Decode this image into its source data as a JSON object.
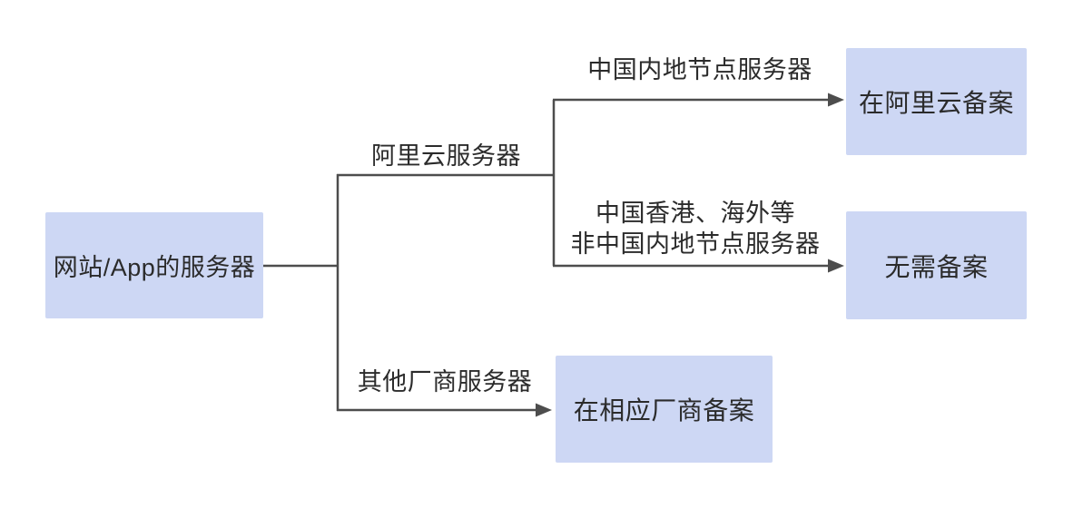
{
  "diagram": {
    "title_hint": "server-filing-flowchart",
    "root": {
      "label": "网站/App的服务器"
    },
    "branch_labels": {
      "aliyun": "阿里云服务器",
      "mainland_node": "中国内地节点服务器",
      "overseas_line1": "中国香港、海外等",
      "overseas_line2": "非中国内地节点服务器",
      "other_vendor": "其他厂商服务器"
    },
    "results": {
      "aliyun_filing": "在阿里云备案",
      "no_filing": "无需备案",
      "vendor_filing": "在相应厂商备案"
    },
    "colors": {
      "box_fill": "#cdd7f4",
      "connector": "#4d4d4d",
      "text": "#2b2b2b",
      "background": "#ffffff"
    }
  }
}
